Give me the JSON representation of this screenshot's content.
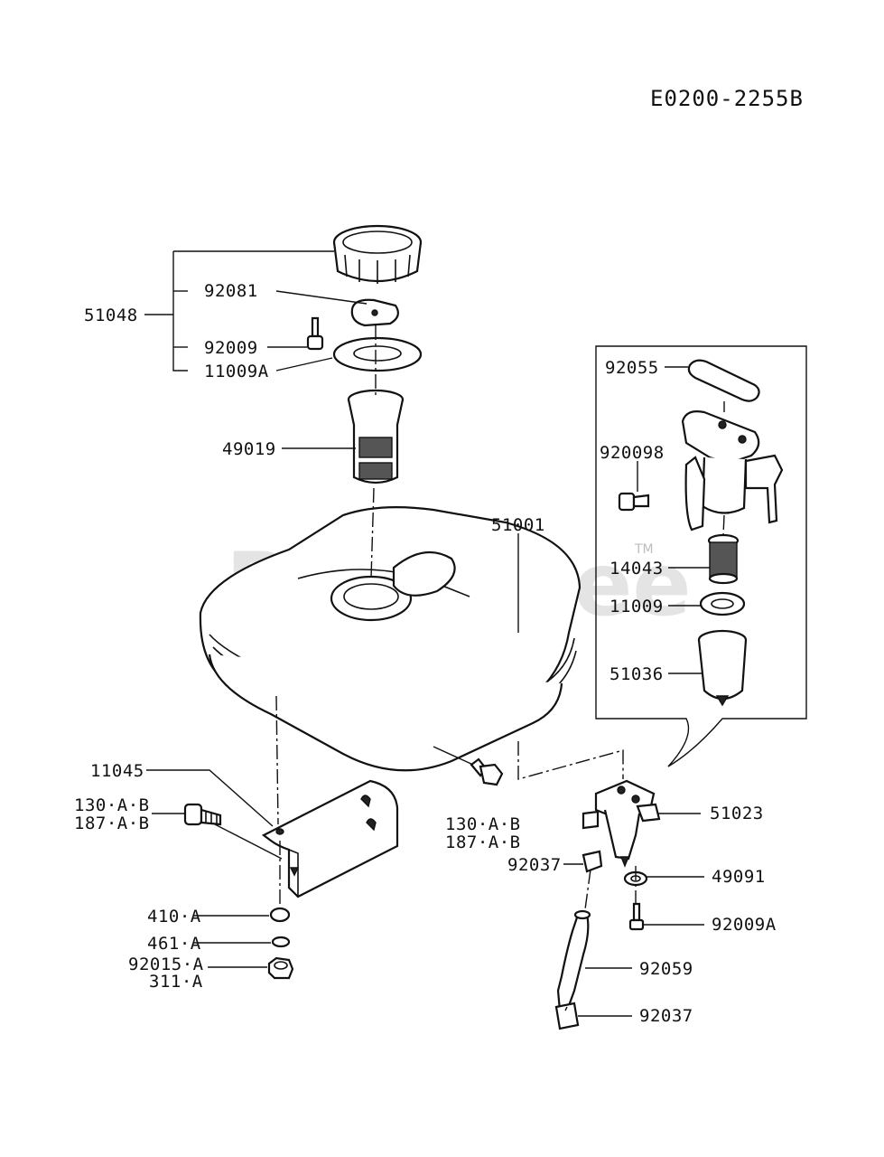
{
  "diagram_code": "E0200-2255B",
  "watermark": "PartsTree",
  "watermark_tm": "TM",
  "labels": {
    "l51048": "51048",
    "l92081": "92081",
    "l92009": "92009",
    "l11009A": "11009A",
    "l49019": "49019",
    "l51001": "51001",
    "l92055": "92055",
    "l92009B": "920098",
    "l14043": "14043",
    "l11009": "11009",
    "l51036": "51036",
    "l11045": "11045",
    "l130AB_left": "130·A·B",
    "l187AB_left": "187·A·B",
    "l130AB_mid": "130·A·B",
    "l187AB_mid": "187·A·B",
    "l51023": "51023",
    "l92037_top": "92037",
    "l49091": "49091",
    "l92009A": "92009A",
    "l410A": "410·A",
    "l461A": "461·A",
    "l92015A": "92015·A",
    "l311A": "311·A",
    "l92059": "92059",
    "l92037_bottom": "92037"
  }
}
